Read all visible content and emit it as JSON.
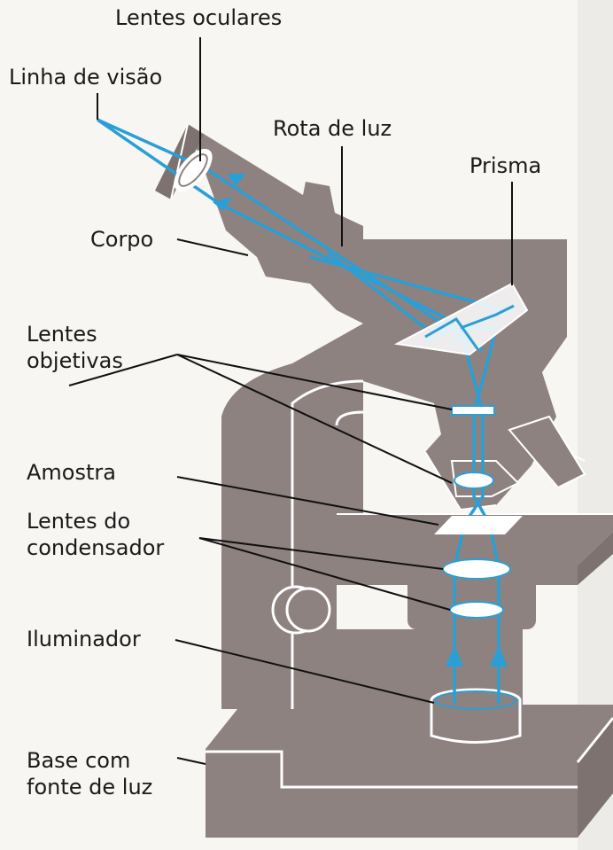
{
  "labels": {
    "lentes_oculares": "Lentes oculares",
    "linha_de_visao": "Linha de visão",
    "rota_de_luz": "Rota de luz",
    "prisma": "Prisma",
    "corpo": "Corpo",
    "lentes_objetivas": "Lentes\nobjetivas",
    "amostra": "Amostra",
    "lentes_condensador": "Lentes do\ncondensador",
    "iluminador": "Iluminador",
    "base": "Base com\nfonte de luz"
  },
  "colors": {
    "body": "#8e8280",
    "body_dark": "#7d726f",
    "outline": "#ffffff",
    "light_ray": "#2a9fd6",
    "leader": "#111111",
    "label": "#1a1a1a"
  }
}
